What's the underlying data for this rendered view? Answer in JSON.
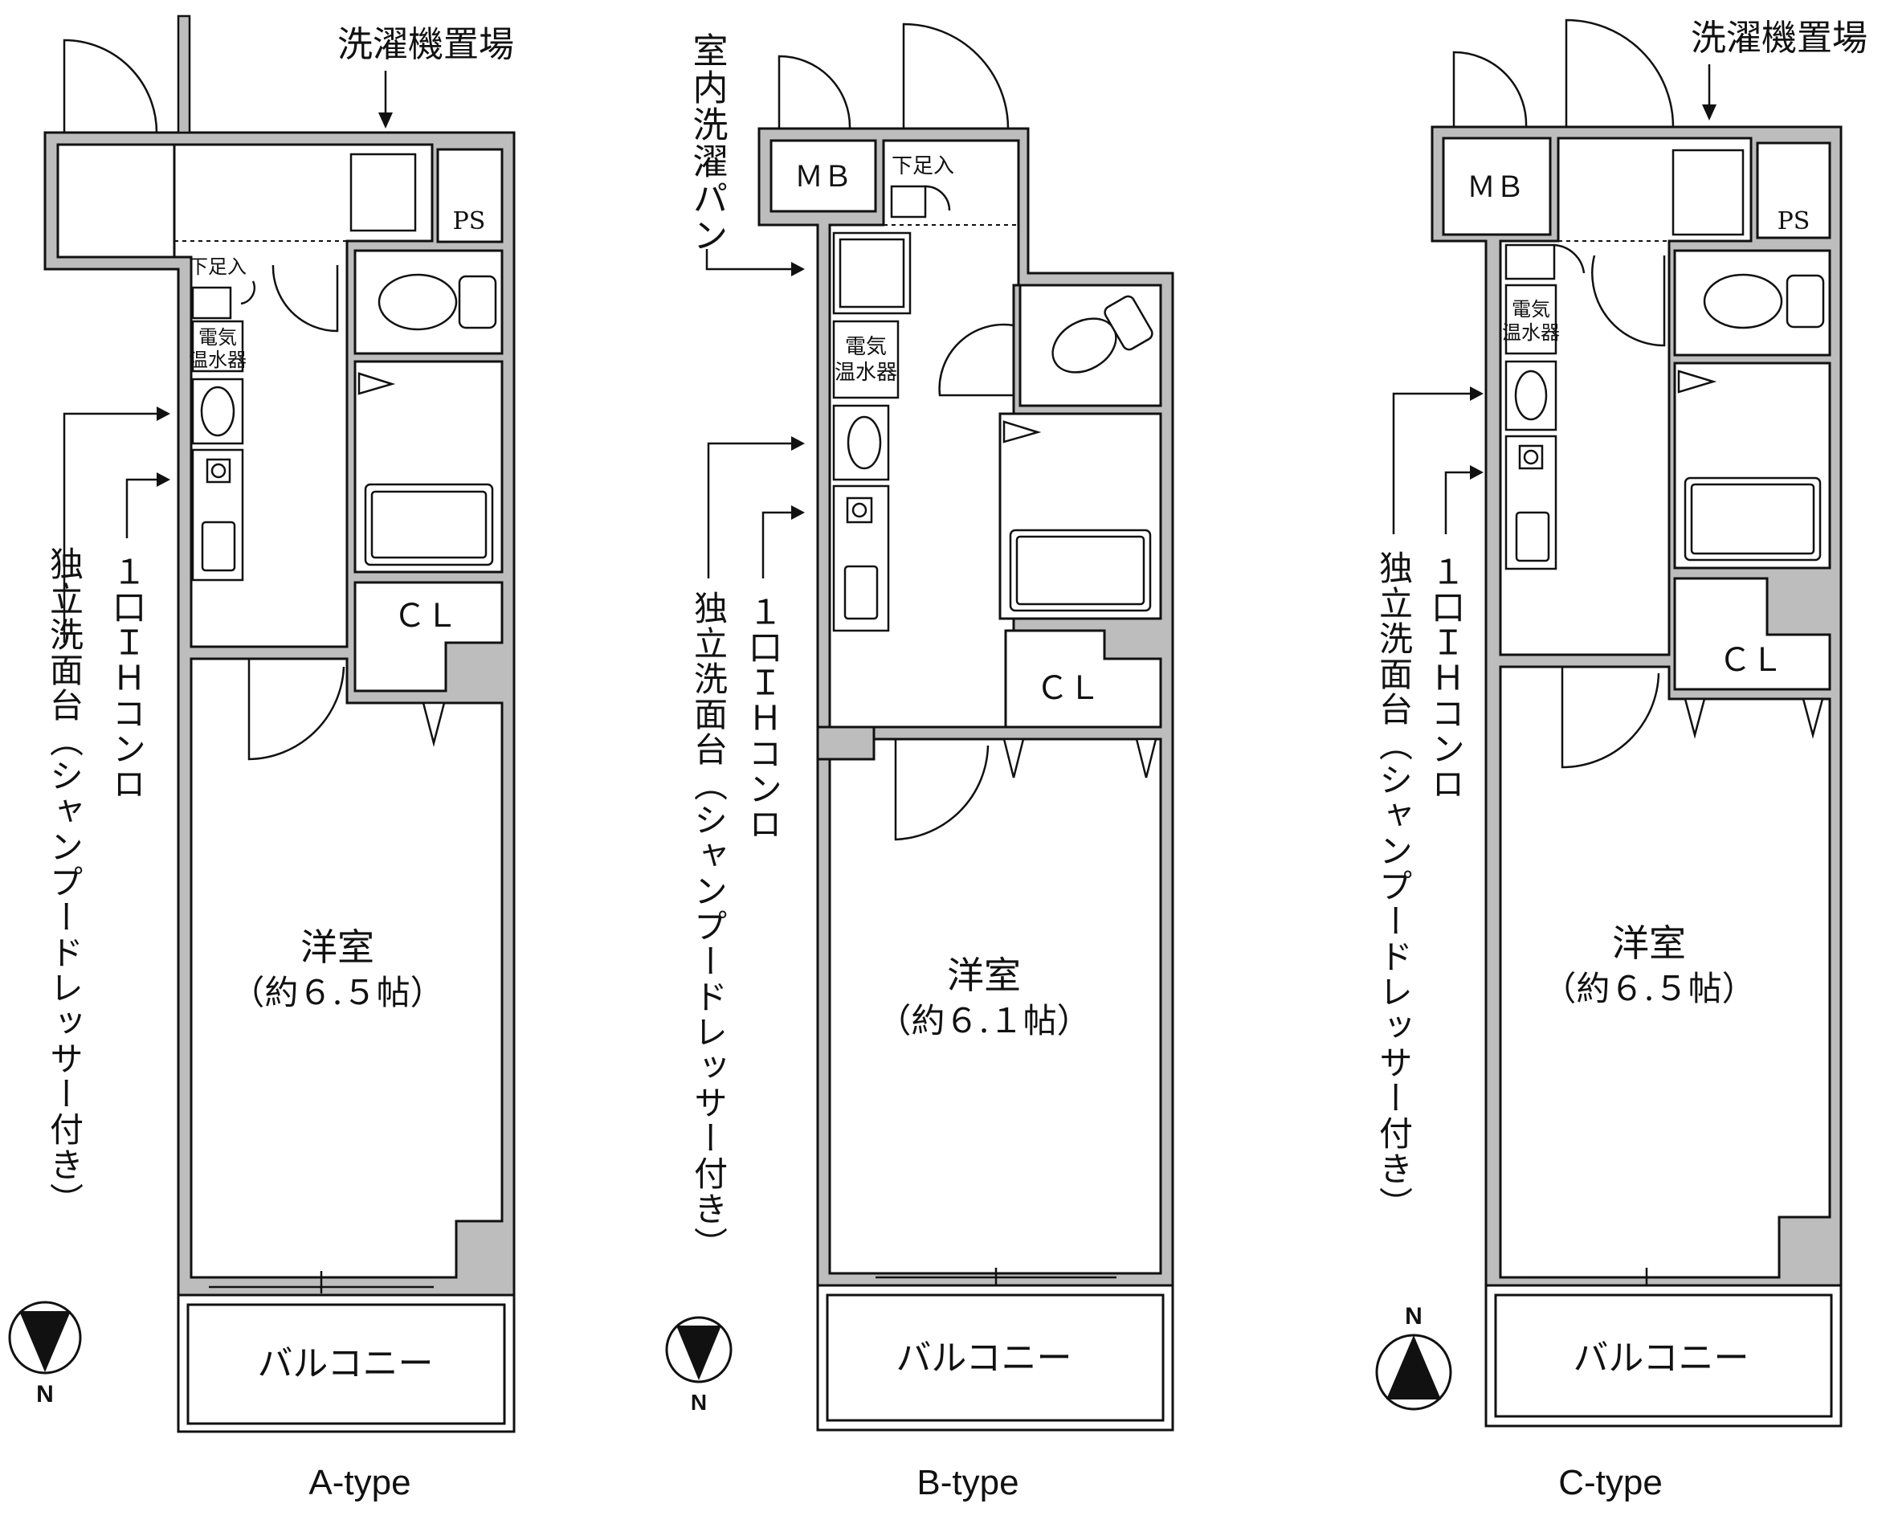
{
  "plans": [
    {
      "type_label": "A-type",
      "washer_label": "洗濯機置場",
      "ps_label": "PS",
      "shoe_label": "下足入",
      "heater_label": [
        "電気",
        "温水器"
      ],
      "ih_label": "１口ＩＨコンロ",
      "vanity_label": "独立洗面台（シャンプードレッサー付き）",
      "closet_label": "ＣＬ",
      "room_label": "洋室",
      "room_size": "（約６.５帖）",
      "balcony_label": "バルコニー",
      "north": "N",
      "north_direction": "down"
    },
    {
      "type_label": "B-type",
      "mb_label": "ＭＢ",
      "pan_label": "室内洗濯パン",
      "shoe_label": "下足入",
      "heater_label": [
        "電気",
        "温水器"
      ],
      "ih_label": "１口ＩＨコンロ",
      "vanity_label": "独立洗面台（シャンプードレッサー付き）",
      "closet_label": "ＣＬ",
      "room_label": "洋室",
      "room_size": "（約６.１帖）",
      "balcony_label": "バルコニー",
      "north": "N",
      "north_direction": "down"
    },
    {
      "type_label": "C-type",
      "washer_label": "洗濯機置場",
      "mb_label": "ＭＢ",
      "ps_label": "PS",
      "heater_label": [
        "電気",
        "温水器"
      ],
      "ih_label": "１口ＩＨコンロ",
      "vanity_label": "独立洗面台（シャンプードレッサー付き）",
      "closet_label": "ＣＬ",
      "room_label": "洋室",
      "room_size": "（約６.５帖）",
      "balcony_label": "バルコニー",
      "north": "N",
      "north_direction": "up"
    }
  ]
}
